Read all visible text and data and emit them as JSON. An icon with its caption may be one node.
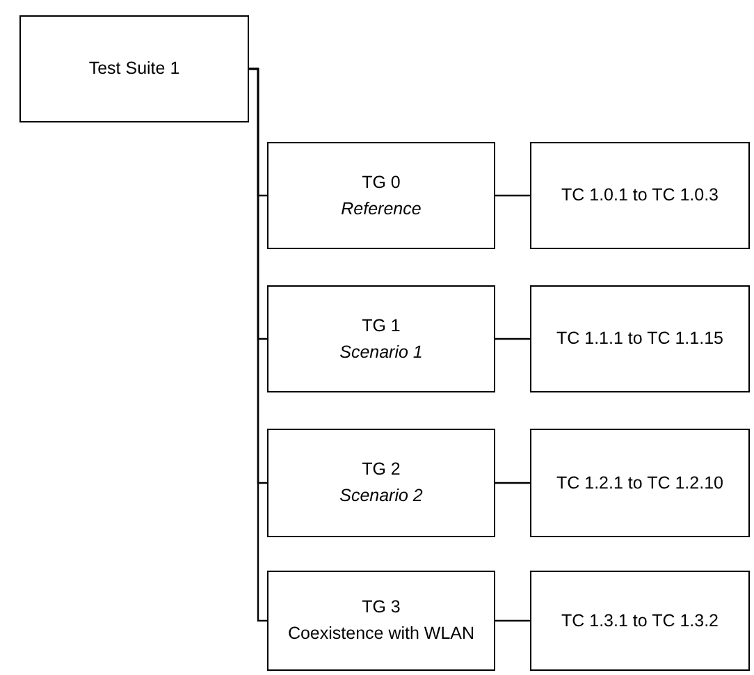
{
  "diagram": {
    "nodes": [
      {
        "text": [
          "Test Suite 1"
        ]
      },
      {
        "text": [
          "TG 0",
          "Reference"
        ]
      },
      {
        "text": [
          "TC 1.0.1 to TC 1.0.3"
        ]
      },
      {
        "text": [
          "TG 1",
          "Scenario 1"
        ]
      },
      {
        "text": [
          "TC 1.1.1 to TC 1.1.15"
        ]
      },
      {
        "text": [
          "TG 2",
          "Scenario 2"
        ]
      },
      {
        "text": [
          "TC 1.2.1 to TC 1.2.10"
        ]
      },
      {
        "text": [
          "TG 3",
          "Coexistence with WLAN"
        ]
      },
      {
        "text": [
          "TC 1.3.1 to TC 1.3.2"
        ]
      }
    ],
    "edges": [
      {
        "from": 0,
        "to": 1,
        "arrow": "none"
      },
      {
        "from": 0,
        "to": 3,
        "arrow": "none"
      },
      {
        "from": 0,
        "to": 5,
        "arrow": "none"
      },
      {
        "from": 0,
        "to": 7,
        "arrow": "none"
      },
      {
        "from": 1,
        "to": 2,
        "arrow": "none"
      },
      {
        "from": 3,
        "to": 4,
        "arrow": "none"
      },
      {
        "from": 5,
        "to": 6,
        "arrow": "none"
      },
      {
        "from": 7,
        "to": 8,
        "arrow": "none"
      }
    ]
  }
}
